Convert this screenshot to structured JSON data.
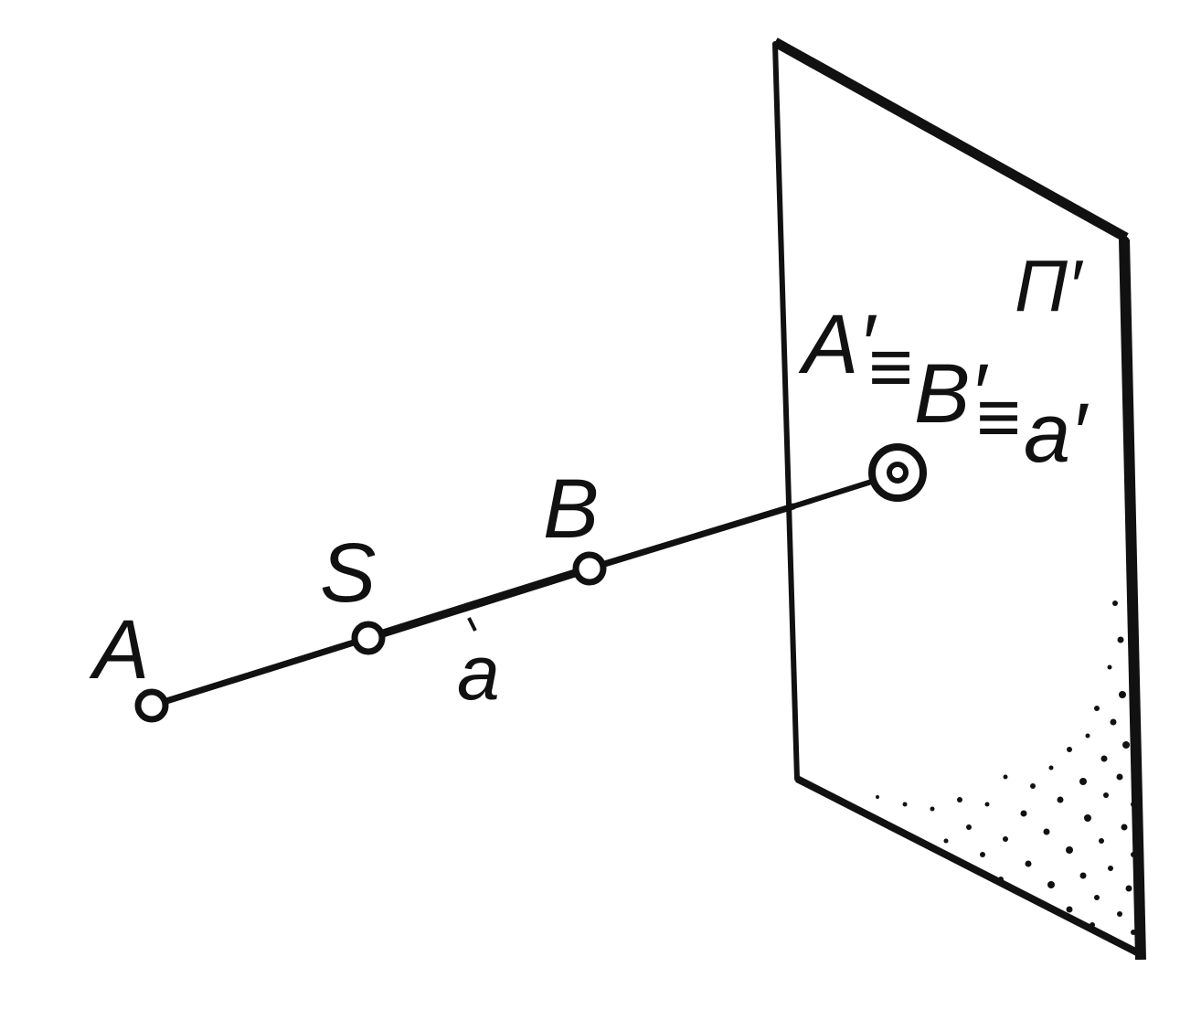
{
  "labels": {
    "A": "A",
    "S": "S",
    "B": "B",
    "a": "a",
    "A_prime": "A′",
    "equiv_1": "≡",
    "B_prime": "B′",
    "equiv_2": "≡",
    "a_prime": "a′",
    "plane": "Π′"
  },
  "colors": {
    "ink": "#111111",
    "paper": "#ffffff"
  }
}
